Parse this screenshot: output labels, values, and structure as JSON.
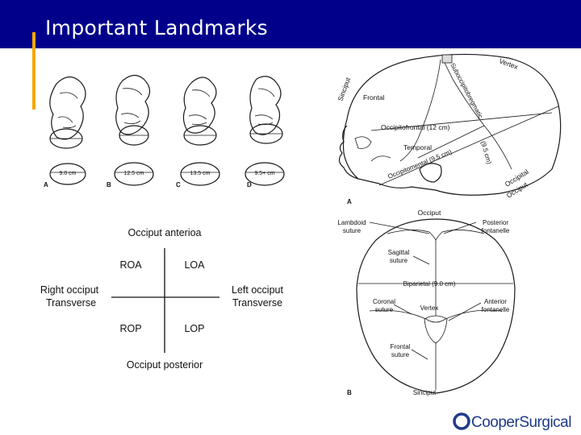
{
  "title": "Important Landmarks",
  "colors": {
    "header": "#00008b",
    "accent": "#f5a800",
    "logo": "#1e3a8a"
  },
  "fetal_positions": {
    "measures": [
      "9.0 cm",
      "12.5 cm",
      "13.5 cm",
      "9.5+ cm"
    ],
    "letters": [
      "A",
      "B",
      "C",
      "D"
    ]
  },
  "position_chart": {
    "top": "Occiput anterioa",
    "bottom": "Occiput posterior",
    "left_line1": "Right occiput",
    "left_line2": "Transverse",
    "right_line1": "Left occiput",
    "right_line2": "Transverse",
    "quadrants": {
      "roa": "ROA",
      "loa": "LOA",
      "rop": "ROP",
      "lop": "LOP"
    }
  },
  "skull_lateral": {
    "vertex": "Vertex",
    "sinciput": "Sinciput",
    "frontal": "Frontal",
    "suboccipitobregmatic": "Suboccipitobregmatic",
    "occipitofrontal": "Occipitofrontal (12 cm)",
    "temporal": "Temporal",
    "occipitomental": "Occipitomental (9.5 cm)",
    "diameter": "(9.5 cm)",
    "occipital": "Occipital",
    "occiput": "Occiput",
    "letter": "A"
  },
  "skull_top": {
    "occiput": "Occiput",
    "lambdoid_line1": "Lambdoid",
    "lambdoid_line2": "suture",
    "posterior_line1": "Posterior",
    "posterior_line2": "fontanelle",
    "sagittal_line1": "Sagittal",
    "sagittal_line2": "suture",
    "biparietal": "Biparietal (9.0 cm)",
    "coronal_line1": "Coronal",
    "coronal_line2": "suture",
    "vertex": "Vertex",
    "anterior_line1": "Anterior",
    "anterior_line2": "fontanelle",
    "frontal_line1": "Frontal",
    "frontal_line2": "suture",
    "sinciput": "Sinciput",
    "letter": "B"
  },
  "logo": {
    "text": "CooperSurgical"
  }
}
